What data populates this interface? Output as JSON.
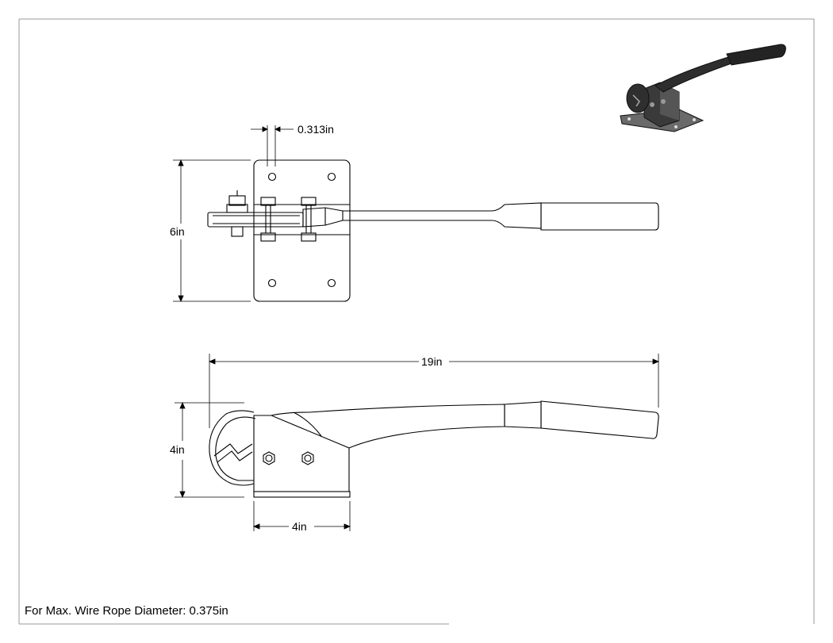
{
  "drawing": {
    "note": "For Max. Wire Rope Diameter: 0.375in",
    "dimensions": {
      "hole_spacing": "0.313in",
      "plate_height": "6in",
      "overall_length": "19in",
      "side_height": "4in",
      "base_length": "4in"
    },
    "colors": {
      "line": "#000000",
      "frame": "#999999",
      "iso_body": "#3a3a3a"
    }
  }
}
